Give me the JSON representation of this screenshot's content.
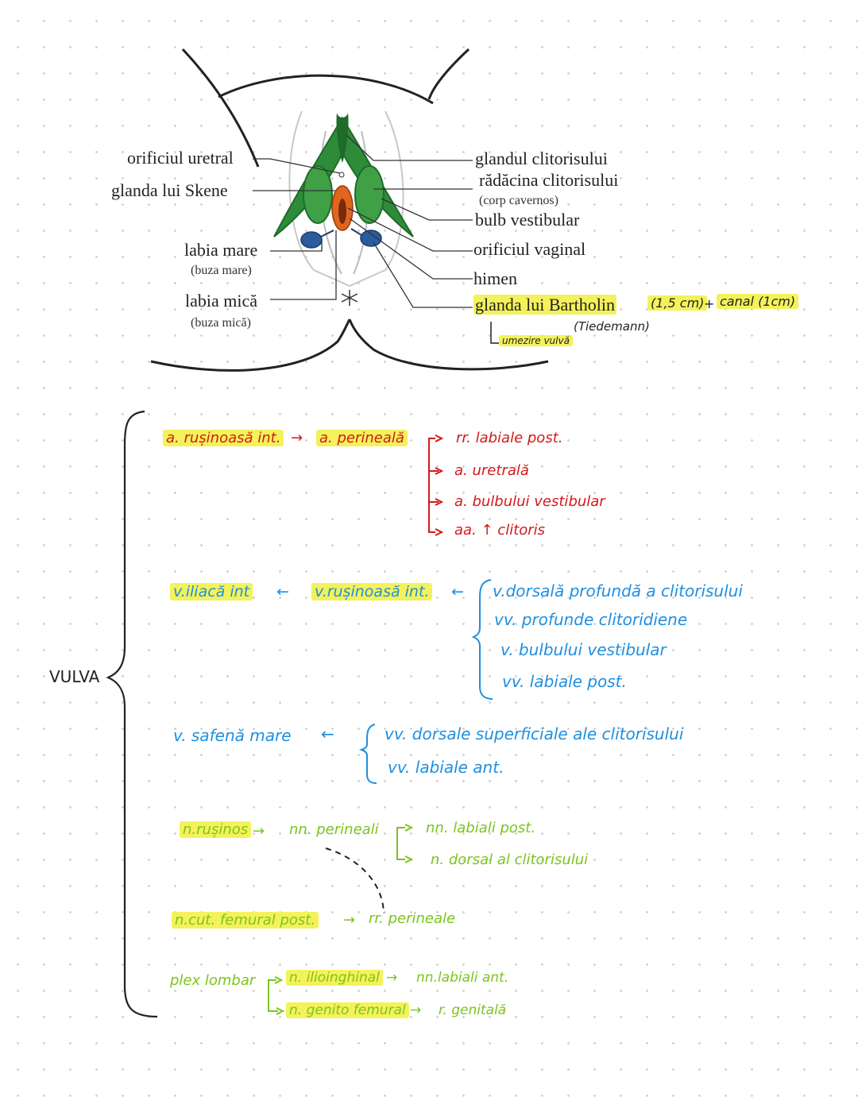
{
  "anatomy": {
    "left_labels": {
      "urethral_orifice": "orificiul uretral",
      "skene_gland": "glanda lui Skene",
      "labia_major": "labia mare",
      "labia_major_sub": "(buza mare)",
      "labia_minor": "labia mică",
      "labia_minor_sub": "(buza mică)"
    },
    "right_labels": {
      "glans": "glandul clitorisului",
      "root": "rădăcina clitorisului",
      "root_sub": "(corp cavernos)",
      "bulb": "bulb vestibular",
      "vaginal_orifice": "orificiul vaginal",
      "hymen": "himen",
      "bartholin": "glanda lui Bartholin"
    },
    "notes": {
      "size": "(1,5 cm)",
      "plus": "+",
      "canal": "canal (1cm)",
      "tiedemann": "(Tiedemann)",
      "moisture": "umezire vulvă"
    },
    "colors": {
      "green_dark": "#1f6b2a",
      "green": "#2e8b3a",
      "blue_gland": "#2b5c9e",
      "orange": "#e0661e"
    }
  },
  "vulva": {
    "title": "VULVA",
    "arteries": {
      "main": "a. rușinoasă int.",
      "arrow": "→",
      "perineal": "a. perineală",
      "branches": [
        "rr. labiale post.",
        "a. uretrală",
        "a. bulbului vestibular",
        "aa. ↑ clitoris"
      ]
    },
    "veins_internal": {
      "iliac": "v.iliacă int",
      "arrow1": "←",
      "pudendal": "v.rușinoasă int.",
      "arrow2": "←",
      "tributaries": [
        "v.dorsală profundă a clitorisului",
        "vv. profunde clitoridiene",
        "v. bulbului vestibular",
        "vv. labiale post."
      ]
    },
    "veins_saphenous": {
      "saphenous": "v. safenă mare",
      "arrow": "←",
      "tributaries": [
        "vv. dorsale superficiale ale clitorisului",
        "vv. labiale ant."
      ]
    },
    "nerves_pudendal": {
      "pudendal": "n.rușinos",
      "arrow": "→",
      "perineal": "nn. perineali",
      "branches": [
        "nn. labiali post.",
        "n. dorsal al clitorisului"
      ]
    },
    "nerves_femoral": {
      "femoral": "n.cut. femural post.",
      "arrow": "→",
      "perineal": "rr. perineale"
    },
    "nerves_lumbar": {
      "plexus": "plex lombar",
      "ilioinguinal": "n. ilioinghinal",
      "ilio_arrow": "→",
      "ilio_target": "nn.labiali ant.",
      "genito": "n. genito femural",
      "genito_arrow": "→",
      "genito_target": "r. genitală"
    }
  }
}
